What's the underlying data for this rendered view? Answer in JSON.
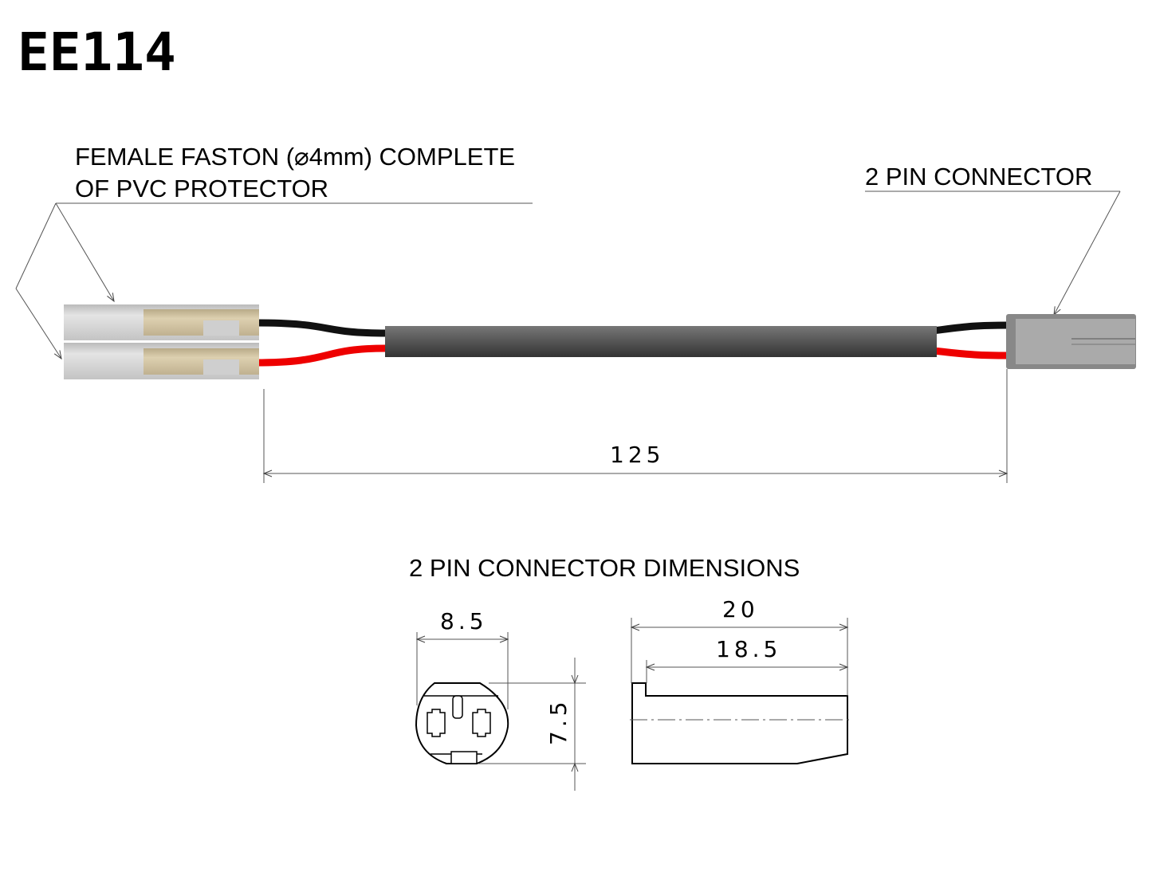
{
  "title": "EE114",
  "labels": {
    "faston_line1": "FEMALE FASTON (⌀4mm) COMPLETE",
    "faston_line2": "OF PVC PROTECTOR",
    "connector": "2 PIN CONNECTOR",
    "dimensions_heading": "2 PIN CONNECTOR  DIMENSIONS"
  },
  "dimensions": {
    "cable_length": "125",
    "connector_width": "8.5",
    "connector_height": "7.5",
    "connector_length_total": "20",
    "connector_length_body": "18.5"
  },
  "colors": {
    "wire_black": "#111111",
    "wire_red": "#ee0000",
    "sheath": "#555555",
    "connector": "#a8a8a8",
    "faston_protector": "#d4d4d4",
    "faston_terminal": "#cbbd9e"
  }
}
